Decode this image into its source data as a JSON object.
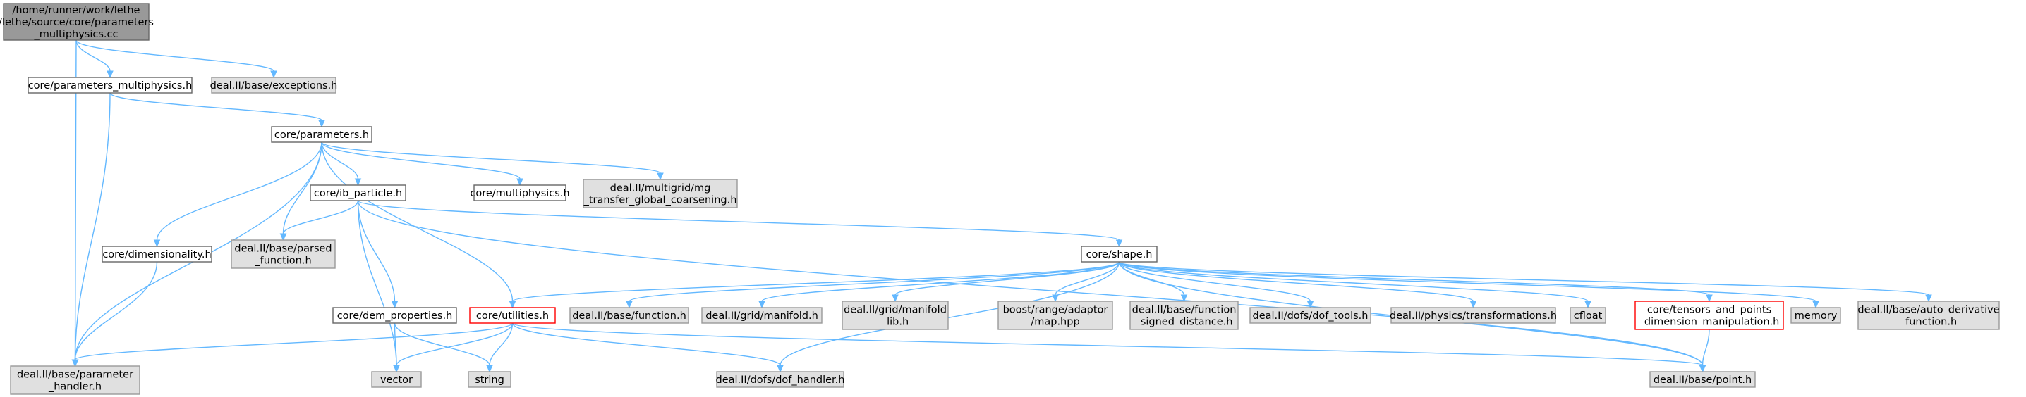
{
  "colors": {
    "root_fill": "#999999",
    "root_stroke": "#666666",
    "documented_fill": "#ffffff",
    "documented_stroke": "#666666",
    "external_fill": "#e0e0e0",
    "external_stroke": "#999999",
    "truncated_fill": "#ffffff",
    "truncated_stroke": "#ff0000",
    "edge": "#63b8ff"
  },
  "nodes": [
    {
      "id": "root",
      "kind": "root",
      "lines": [
        "/home/runner/work/lethe",
        "/lethe/source/core/parameters",
        "_multiphysics.cc"
      ]
    },
    {
      "id": "pm",
      "kind": "documented",
      "lines": [
        "core/parameters_multiphysics.h"
      ]
    },
    {
      "id": "exc",
      "kind": "external",
      "lines": [
        "deal.II/base/exceptions.h"
      ]
    },
    {
      "id": "params",
      "kind": "documented",
      "lines": [
        "core/parameters.h"
      ]
    },
    {
      "id": "multiphys",
      "kind": "documented",
      "lines": [
        "core/multiphysics.h"
      ]
    },
    {
      "id": "mg",
      "kind": "external",
      "lines": [
        "deal.II/multigrid/mg",
        "_transfer_global_coarsening.h"
      ]
    },
    {
      "id": "ibp",
      "kind": "documented",
      "lines": [
        "core/ib_particle.h"
      ]
    },
    {
      "id": "dim",
      "kind": "documented",
      "lines": [
        "core/dimensionality.h"
      ]
    },
    {
      "id": "parsedfn",
      "kind": "external",
      "lines": [
        "deal.II/base/parsed",
        "_function.h"
      ]
    },
    {
      "id": "shape",
      "kind": "documented",
      "lines": [
        "core/shape.h"
      ]
    },
    {
      "id": "dem",
      "kind": "documented",
      "lines": [
        "core/dem_properties.h"
      ]
    },
    {
      "id": "util",
      "kind": "truncated",
      "lines": [
        "core/utilities.h"
      ]
    },
    {
      "id": "func",
      "kind": "external",
      "lines": [
        "deal.II/base/function.h"
      ]
    },
    {
      "id": "manifold",
      "kind": "external",
      "lines": [
        "deal.II/grid/manifold.h"
      ]
    },
    {
      "id": "manlib",
      "kind": "external",
      "lines": [
        "deal.II/grid/manifold",
        "_lib.h"
      ]
    },
    {
      "id": "boost",
      "kind": "external",
      "lines": [
        "boost/range/adaptor",
        "/map.hpp"
      ]
    },
    {
      "id": "sdist",
      "kind": "external",
      "lines": [
        "deal.II/base/function",
        "_signed_distance.h"
      ]
    },
    {
      "id": "doftools",
      "kind": "external",
      "lines": [
        "deal.II/dofs/dof_tools.h"
      ]
    },
    {
      "id": "transf",
      "kind": "external",
      "lines": [
        "deal.II/physics/transformations.h"
      ]
    },
    {
      "id": "cfloat",
      "kind": "external",
      "lines": [
        "cfloat"
      ]
    },
    {
      "id": "tensors",
      "kind": "truncated",
      "lines": [
        "core/tensors_and_points",
        "_dimension_manipulation.h"
      ]
    },
    {
      "id": "memory",
      "kind": "external",
      "lines": [
        "memory"
      ]
    },
    {
      "id": "autoderiv",
      "kind": "external",
      "lines": [
        "deal.II/base/auto_derivative",
        "_function.h"
      ]
    },
    {
      "id": "paramhandler",
      "kind": "external",
      "lines": [
        "deal.II/base/parameter",
        "_handler.h"
      ]
    },
    {
      "id": "vector",
      "kind": "external",
      "lines": [
        "vector"
      ]
    },
    {
      "id": "string",
      "kind": "external",
      "lines": [
        "string"
      ]
    },
    {
      "id": "dofhandler",
      "kind": "external",
      "lines": [
        "deal.II/dofs/dof_handler.h"
      ]
    },
    {
      "id": "point",
      "kind": "external",
      "lines": [
        "deal.II/base/point.h"
      ]
    }
  ],
  "edges": [
    [
      "root",
      "pm"
    ],
    [
      "root",
      "exc"
    ],
    [
      "root",
      "paramhandler"
    ],
    [
      "pm",
      "params"
    ],
    [
      "pm",
      "paramhandler"
    ],
    [
      "params",
      "multiphys"
    ],
    [
      "params",
      "mg"
    ],
    [
      "params",
      "ibp"
    ],
    [
      "params",
      "dim"
    ],
    [
      "params",
      "parsedfn"
    ],
    [
      "params",
      "util"
    ],
    [
      "params",
      "paramhandler"
    ],
    [
      "ibp",
      "parsedfn"
    ],
    [
      "ibp",
      "shape"
    ],
    [
      "ibp",
      "dem"
    ],
    [
      "ibp",
      "vector"
    ],
    [
      "ibp",
      "point"
    ],
    [
      "dim",
      "paramhandler"
    ],
    [
      "dem",
      "vector"
    ],
    [
      "dem",
      "string"
    ],
    [
      "shape",
      "util"
    ],
    [
      "shape",
      "func"
    ],
    [
      "shape",
      "manifold"
    ],
    [
      "shape",
      "manlib"
    ],
    [
      "shape",
      "boost"
    ],
    [
      "shape",
      "sdist"
    ],
    [
      "shape",
      "doftools"
    ],
    [
      "shape",
      "transf"
    ],
    [
      "shape",
      "cfloat"
    ],
    [
      "shape",
      "tensors"
    ],
    [
      "shape",
      "memory"
    ],
    [
      "shape",
      "autoderiv"
    ],
    [
      "shape",
      "dofhandler"
    ],
    [
      "shape",
      "point"
    ],
    [
      "util",
      "paramhandler"
    ],
    [
      "util",
      "vector"
    ],
    [
      "util",
      "string"
    ],
    [
      "util",
      "dofhandler"
    ],
    [
      "util",
      "point"
    ],
    [
      "tensors",
      "point"
    ]
  ]
}
